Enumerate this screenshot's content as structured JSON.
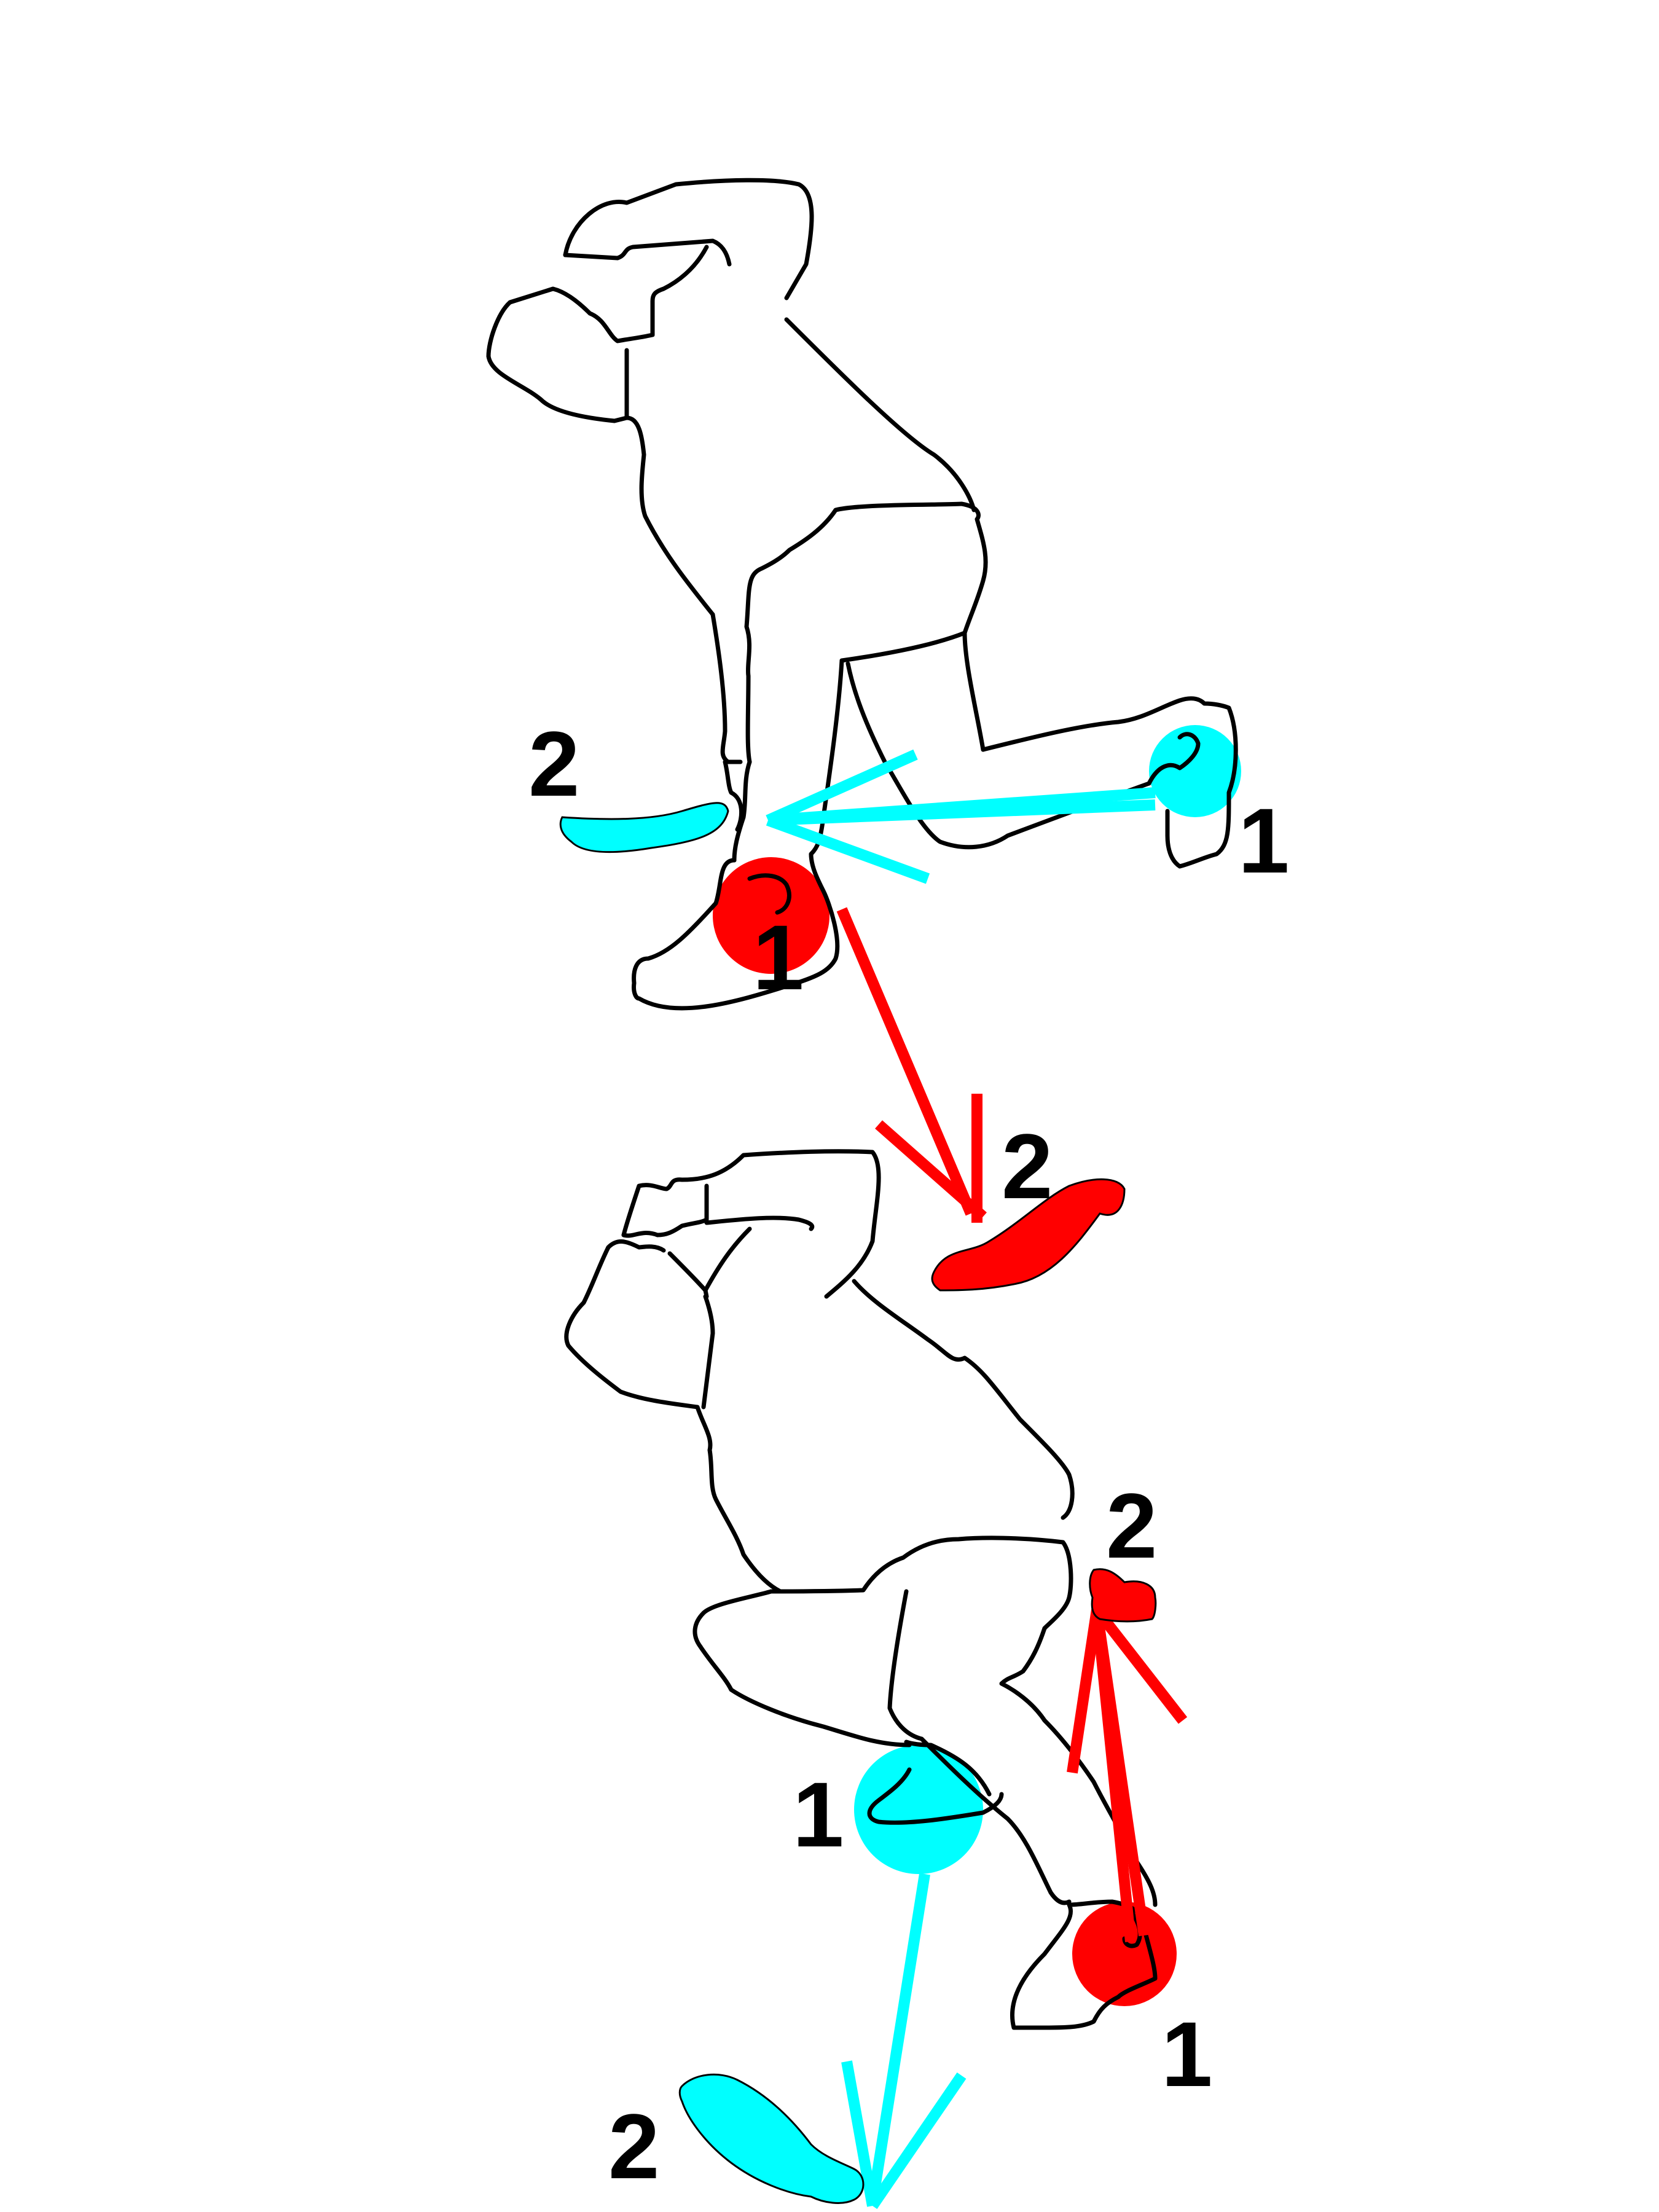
{
  "colors": {
    "blue": "#00ffff",
    "red": "#ff0000",
    "outline": "#000000",
    "background": "#ffffff"
  },
  "figures": [
    {
      "pose": "top",
      "markers": [
        {
          "color": "blue",
          "label_start": "1",
          "label_end": "2"
        },
        {
          "color": "red",
          "label_start": "1",
          "label_end": "2"
        }
      ]
    },
    {
      "pose": "bottom",
      "markers": [
        {
          "color": "blue",
          "label_start": "1",
          "label_end": "2"
        },
        {
          "color": "red",
          "label_start": "1",
          "label_end": "2"
        }
      ]
    }
  ]
}
